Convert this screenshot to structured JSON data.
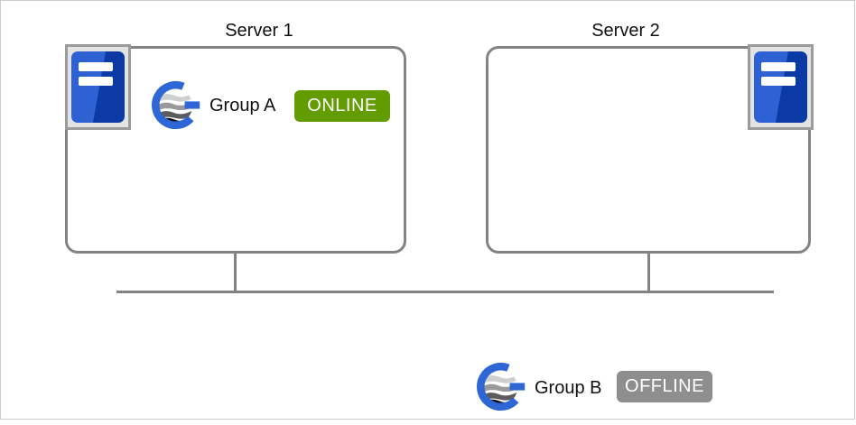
{
  "colors": {
    "frame_border": "#cccccc",
    "diagram_line_gray": "#838383",
    "online_green": "#639c00",
    "offline_gray": "#8e8e8e",
    "server_icon_blue_light": "#2d61d4",
    "server_icon_blue_dark": "#0c3aa4",
    "group_ring_blue": "#2e66d6"
  },
  "icons": {
    "server": "server-tower-icon",
    "group": "failover-group-globe-icon"
  },
  "servers": [
    {
      "title": "Server 1",
      "icon_position": "top-left",
      "groups": [
        {
          "name": "Group A",
          "status": "ONLINE"
        }
      ]
    },
    {
      "title": "Server 2",
      "icon_position": "top-right",
      "groups": []
    }
  ],
  "unassigned_group": {
    "name": "Group B",
    "status": "OFFLINE"
  }
}
